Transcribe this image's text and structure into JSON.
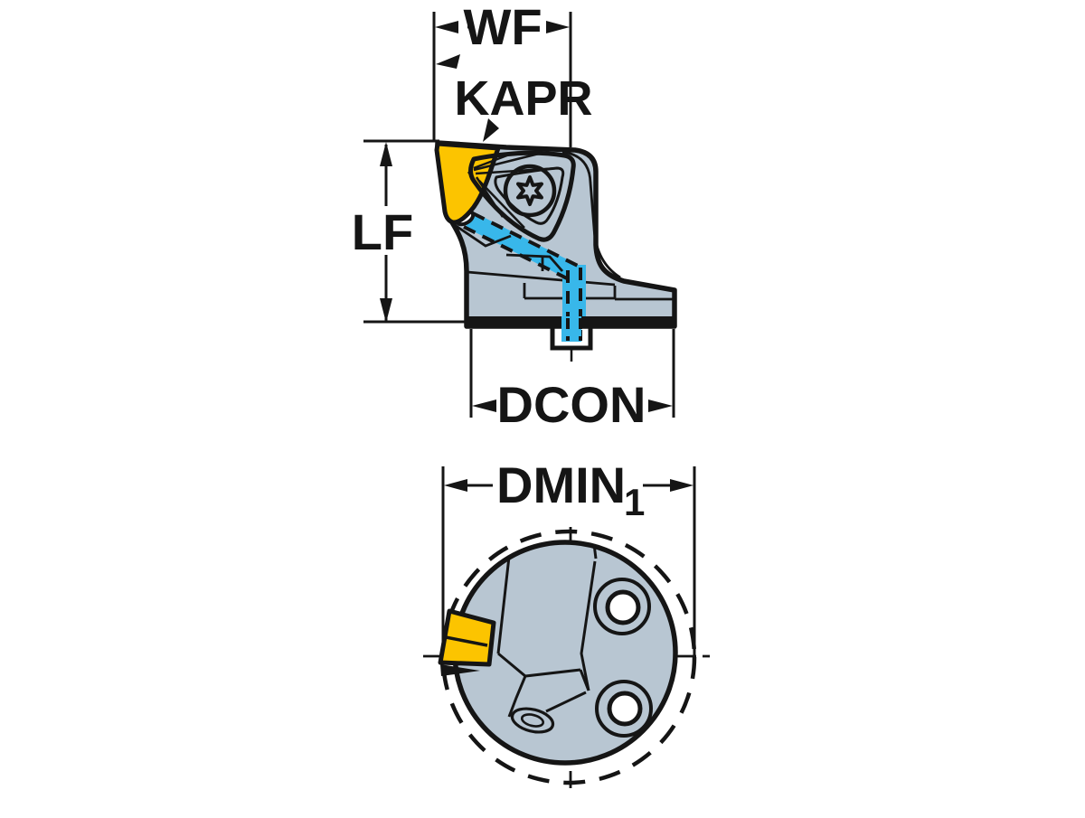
{
  "labels": {
    "wf": "WF",
    "kapr": "KAPR",
    "lf": "LF",
    "dcon": "DCON",
    "dmin": "DMIN",
    "dmin_sub": "1"
  },
  "colors": {
    "background": "#ffffff",
    "outline": "#151515",
    "text": "#151515",
    "body": "#b8c6d2",
    "body-light": "#c4d0da",
    "insert": "#fcc400",
    "coolant": "#38b7ea"
  }
}
